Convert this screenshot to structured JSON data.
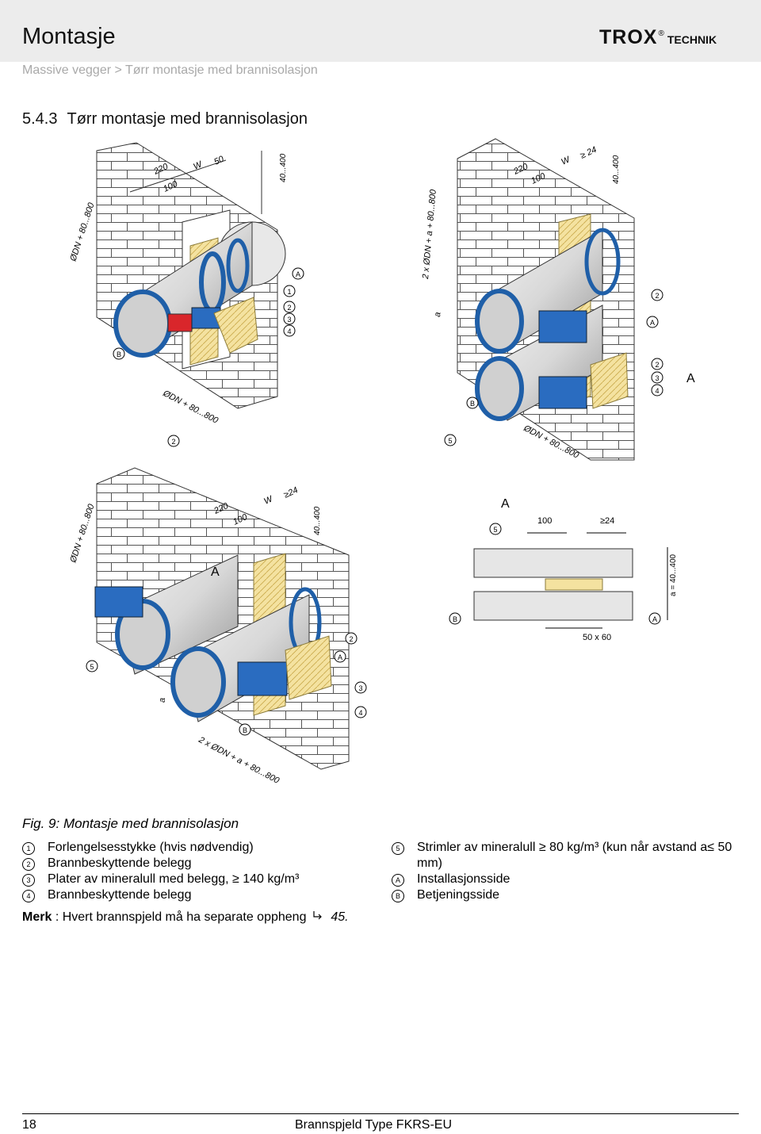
{
  "header": {
    "title": "Montasje",
    "breadcrumb": "Massive vegger > Tørr montasje med brannisolasjon",
    "logo_main": "TROX",
    "logo_reg": "®",
    "logo_sub": "TECHNIK"
  },
  "section": {
    "number": "5.4.3",
    "title": "Tørr montasje med brannisolasjon"
  },
  "figure": {
    "diag1": {
      "dim_220": "220",
      "dim_100": "100",
      "dim_w": "W",
      "dim_50": "50",
      "dim_40_400": "40...400",
      "dim_dn_vertical": "ØDN + 80...800",
      "dim_dn_bottom": "ØDN + 80...800",
      "label_a": "A",
      "label_b": "B",
      "label_1": "1",
      "label_2": "2",
      "label_3": "3",
      "label_4": "4",
      "label_2b": "2"
    },
    "diag2": {
      "dim_220": "220",
      "dim_100": "100",
      "dim_w": "W",
      "dim_24": "≥ 24",
      "dim_40_400": "40...400",
      "dim_vertical": "2 x ØDN + a + 80...800",
      "dim_a": "a",
      "dim_bottom": "ØDN + 80...800",
      "label_2": "2",
      "label_a": "A",
      "label_2b": "2",
      "label_3": "3",
      "label_4": "4",
      "label_arrow_a": "A",
      "label_b": "B",
      "label_5": "5"
    },
    "diag3": {
      "dim_220": "220",
      "dim_100": "100",
      "dim_w": "W",
      "dim_24": "≥24",
      "dim_40_400": "40...400",
      "dim_vertical": "ØDN + 80...800",
      "dim_bottom": "2 x ØDN + a + 80...800",
      "dim_a": "a",
      "label_arrow_a": "A",
      "label_2": "2",
      "label_a": "A",
      "label_5": "5",
      "label_3": "3",
      "label_4": "4",
      "label_b": "B"
    },
    "diag4": {
      "title": "A",
      "label_5": "5",
      "dim_100": "100",
      "dim_24": "≥24",
      "dim_a": "a = 40...400",
      "label_b": "B",
      "label_a": "A",
      "dim_50x60": "50 x 60"
    }
  },
  "caption": "Fig. 9: Montasje med brannisolasjon",
  "legend": {
    "left": [
      {
        "key": "1",
        "text": "Forlengelsesstykke (hvis nødvendig)"
      },
      {
        "key": "2",
        "text": "Brannbeskyttende belegg"
      },
      {
        "key": "3",
        "text": "Plater av mineralull med belegg, ≥ 140 kg/m³"
      },
      {
        "key": "4",
        "text": "Brannbeskyttende belegg"
      }
    ],
    "right": [
      {
        "key": "5",
        "text": "Strimler av mineralull ≥ 80 kg/m³ (kun når avstand a≤ 50 mm)"
      },
      {
        "key": "A",
        "text": "Installasjonsside"
      },
      {
        "key": "B",
        "text": "Betjeningsside"
      }
    ]
  },
  "note": {
    "label": "Merk",
    "text": ": Hvert brannspjeld må ha separate oppheng",
    "ref": "45."
  },
  "footer": {
    "page": "18",
    "title": "Brannspjeld Type FKRS-EU"
  },
  "colors": {
    "header_bg": "#ececec",
    "duct_blue": "#1f5fa8",
    "insulation_yellow": "#f4e2a0",
    "actuator_red": "#d9262b"
  }
}
